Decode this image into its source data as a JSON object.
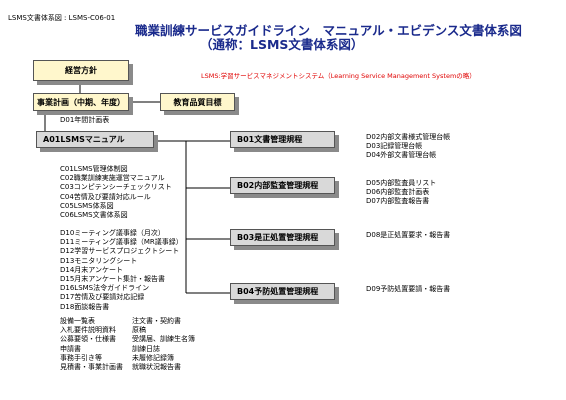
{
  "header_code": "LSMS文書体系図 : LSMS-C06-01",
  "title_line1": "職業訓練サービスガイドライン　マニュアル・エビデンス文書体系図",
  "title_line2": "（通称：LSMS文書体系図）",
  "legend_note": "LSMS:学習サービスマネジメントシステム（Learning Service Management Systemの略）",
  "boxes": {
    "policy": "経営方針",
    "business_plan": "事業計画（中期、年度）",
    "education_goal": "教育品質目標",
    "a01": "A01LSMSマニュアル",
    "b01": "B01文書管理規程",
    "b02": "B02内部監査管理規程",
    "b03": "B03是正処置管理規程",
    "b04": "B04予防処置管理規程"
  },
  "d01": "D01年間計画表",
  "c_list": [
    "C01LSMS管理体制図",
    "C02職業訓練実施運営マニュアル",
    "C03コンピテンシーチェックリスト",
    "C04苦情及び要請対応ルール",
    "C05LSMS体系図",
    "C06LSMS文書体系図"
  ],
  "d_list": [
    "D10ミーティング議事録（月次）",
    "D11ミーティング議事録（MR議事録）",
    "D12学習サービスプロジェクトシート",
    "D13モニタリングシート",
    "D14月末アンケート",
    "D15月末アンケート集計・報告書",
    "D16LSMS法令ガイドライン",
    "D17苦情及び要請対応記録",
    "D18面談報告書"
  ],
  "misc_left": [
    "設備一覧表",
    "入札要件説明資料",
    "公募要領・仕様書",
    "申請書",
    "事務手引き等",
    "見積書・事業計画書"
  ],
  "misc_right": [
    "注文書・契約書",
    "原稿",
    "受講届、訓練生名簿",
    "訓練日誌",
    "未履修記録簿",
    "就職状況報告書"
  ],
  "b01_docs": [
    "D02内部文書様式管理台帳",
    "D03記録管理台帳",
    "D04外部文書管理台帳"
  ],
  "b02_docs": [
    "D05内部監査員リスト",
    "D06内部監査計画表",
    "D07内部監査報告書"
  ],
  "b03_docs": [
    "D08是正処置要求・報告書"
  ],
  "b04_docs": [
    "D09予防処置要請・報告書"
  ]
}
